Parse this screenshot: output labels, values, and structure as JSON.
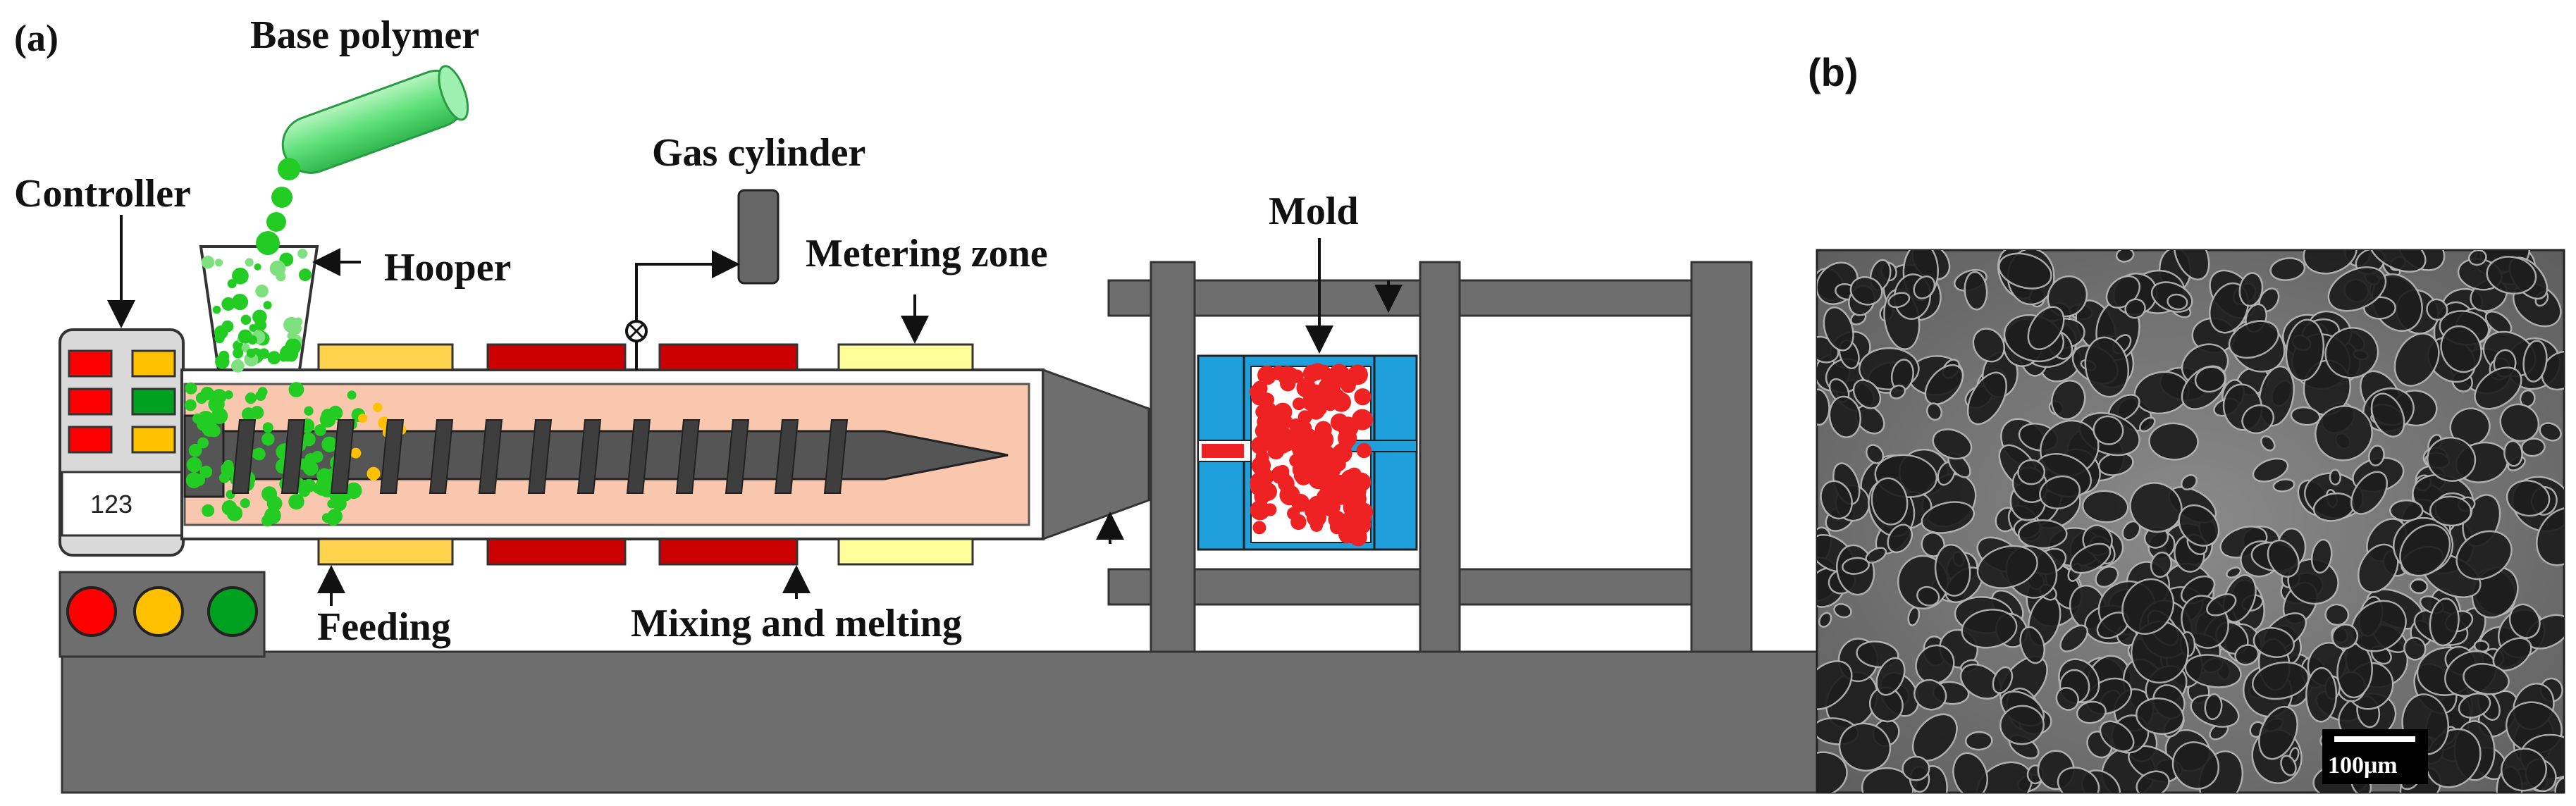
{
  "panel_a": {
    "tag": "(a)",
    "labels": {
      "base_polymer": "Base polymer",
      "controller": "Controller",
      "hooper": "Hooper",
      "gas_cylinder": "Gas cylinder",
      "metering_zone": "Metering zone",
      "mold": "Mold",
      "feeding": "Feeding",
      "mixing_melting": "Mixing and melting"
    },
    "controller_display": "123",
    "status_lights": [
      "#ff0000",
      "#ffc000",
      "#00a020"
    ]
  },
  "panel_b": {
    "tag": "(b)",
    "scale_bar": "100μm"
  },
  "colors": {
    "machine_gray": "#6e6e6e",
    "melt_fill": "#f8c7ae",
    "mold_blue": "#1f9fdc",
    "polymer_green": "#22cc22",
    "heater_red": "#cc0000",
    "heater_yellow": "#ffd34d",
    "heater_pale": "#ffff99"
  }
}
